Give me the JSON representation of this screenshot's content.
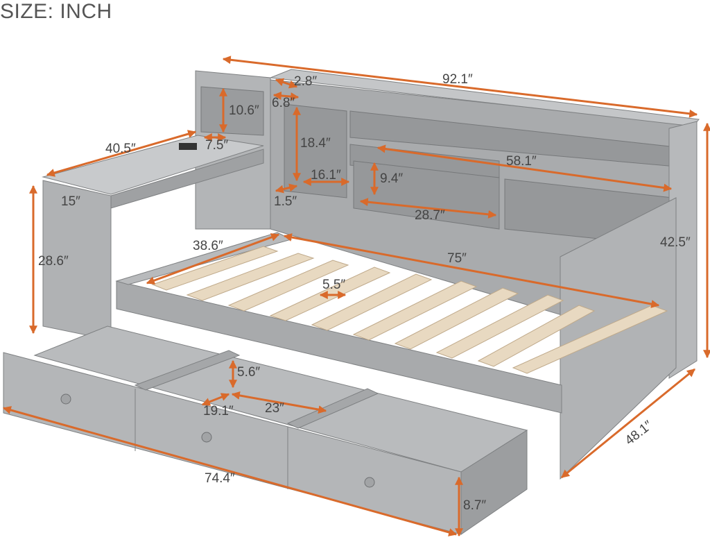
{
  "title": "SIZE: INCH",
  "colors": {
    "arrow": "#d96a2b",
    "text": "#444444",
    "wood_gray": "#a3a5a7",
    "wood_gray_dark": "#8c8e90",
    "wood_gray_light": "#bfc1c3",
    "slat": "#e6d6bd",
    "background": "#ffffff"
  },
  "dimensions": [
    {
      "id": "overall-length",
      "label": "92.1″"
    },
    {
      "id": "top-shelf-depth",
      "label": "2.8″"
    },
    {
      "id": "small-cubby-height",
      "label": "10.6″"
    },
    {
      "id": "cubby-depth",
      "label": "6.8″"
    },
    {
      "id": "tall-cubby-height",
      "label": "18.4″"
    },
    {
      "id": "desk-top-width",
      "label": "40.5″"
    },
    {
      "id": "socket-offset",
      "label": "7.5″"
    },
    {
      "id": "long-shelf-width",
      "label": "58.1″"
    },
    {
      "id": "inner-cubby-width",
      "label": "16.1″"
    },
    {
      "id": "shelf-height",
      "label": "9.4″"
    },
    {
      "id": "desk-depth",
      "label": "15″"
    },
    {
      "id": "board-thickness",
      "label": "1.5″"
    },
    {
      "id": "lower-shelf-width",
      "label": "28.7″"
    },
    {
      "id": "headboard-height",
      "label": "42.5″"
    },
    {
      "id": "desk-height",
      "label": "28.6″"
    },
    {
      "id": "mattress-width",
      "label": "38.6″"
    },
    {
      "id": "mattress-length",
      "label": "75″"
    },
    {
      "id": "slat-gap",
      "label": "5.5″"
    },
    {
      "id": "drawer-depth",
      "label": "5.6″"
    },
    {
      "id": "drawer-compartment-depth",
      "label": "19.1″"
    },
    {
      "id": "drawer-compartment-width",
      "label": "23″"
    },
    {
      "id": "overall-width",
      "label": "48.1″"
    },
    {
      "id": "drawer-length",
      "label": "74.4″"
    },
    {
      "id": "drawer-height",
      "label": "8.7″"
    }
  ]
}
